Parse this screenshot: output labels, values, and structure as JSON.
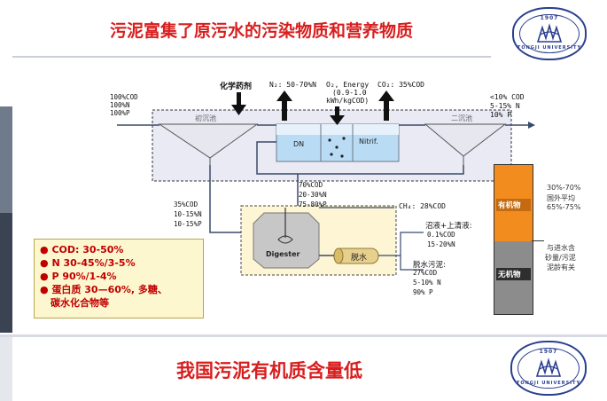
{
  "slide_top": {
    "title": "污泥富集了原污水的污染物质和营养物质"
  },
  "slide_bottom": {
    "title": "我国污泥有机质含量低"
  },
  "seal": {
    "year": "1907",
    "university": "TONGJI UNIVERSITY"
  },
  "diagram": {
    "influent": [
      "100%COD",
      "100%N",
      "100%P"
    ],
    "primary_clarifier": "初沉池",
    "secondary_clarifier": "二沉池",
    "chemicals": "化学药剂",
    "n2_release": "N₂: 50-70%N",
    "o2_energy": "O₂, Energy",
    "o2_energy_range": "(0.9-1.0",
    "o2_energy_unit": "kWh/kgCOD)",
    "co2_release": "CO₂: 35%COD",
    "effluent": [
      "<10% COD",
      "5-15% N",
      "10% P"
    ],
    "dn_tank": "DN",
    "nitrif_tank": "Nitrif.",
    "primary_sludge": [
      "35%COD",
      "10-15%N",
      "10-15%P"
    ],
    "waste_sludge": [
      "70%COD",
      "20-30%N",
      "75-80%P"
    ],
    "digester": "Digester",
    "ch4": "CH₄: 28%COD",
    "dewatering": "脱水",
    "filtrate": [
      "沼液+上清液:",
      "0.1%COD",
      "15-20%N"
    ],
    "dewatered_sludge": [
      "脱水污泥:",
      "27%COD",
      "5-10% N",
      "90% P"
    ]
  },
  "legend": {
    "items": [
      "COD: 30-50%",
      "N 30-45%/3-5%",
      "P 90%/1-4%",
      "蛋白质 30—60%, 多糖、",
      "碳水化合物等"
    ]
  },
  "bar": {
    "organic_label": "有机物",
    "inorganic_label": "无机物",
    "organic_note": [
      "30%-70%",
      "国外平均",
      "65%-75%"
    ],
    "inorganic_note": [
      "与进水含",
      "砂量/污泥",
      "泥龄有关"
    ],
    "colors": {
      "organic": "#f28c1e",
      "inorganic": "#8c8c8c",
      "accent_red": "#d81e1e"
    }
  }
}
